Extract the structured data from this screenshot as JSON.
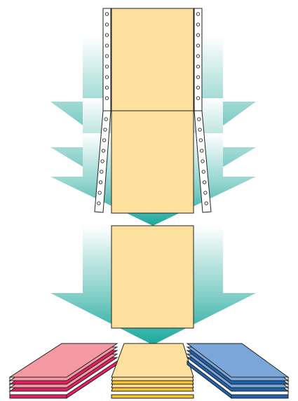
{
  "colors": {
    "arrow_teal": "#1aa99f",
    "arrow_fade": "#ffffff",
    "paper_cream": "#fde09e",
    "paper_outline": "#222222",
    "stack_pink_top": "#f59aa3",
    "stack_pink_layers": "#e61e63",
    "stack_yellow_top": "#fde09e",
    "stack_yellow_layers": "#f6c22f",
    "stack_blue_top": "#7aa6d9",
    "stack_blue_layers": "#1f62ad"
  },
  "icons": [
    "continuous-form-paper-icon",
    "process-arrow-icon",
    "burst-sheet-icon",
    "sorted-paper-stack-icon"
  ],
  "stacks": [
    {
      "id": "pink",
      "layers": 4
    },
    {
      "id": "yellow",
      "layers": 4
    },
    {
      "id": "blue",
      "layers": 4
    }
  ]
}
